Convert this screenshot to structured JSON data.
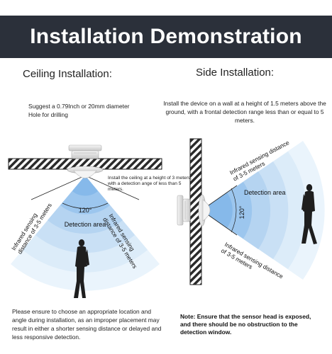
{
  "banner": {
    "title": "Installation Demonstration"
  },
  "ceiling": {
    "heading": "Ceiling Installation:",
    "hole_text": "Suggest a 0.79Inch or 20mm diameter Hole for drilling",
    "install_note": "Install the ceiling at a height of 3 meters, with a detection ange of less than 5 meters.",
    "angle": "120°",
    "area_label": "Detection area",
    "left_range": "Infrared sensing distance of 3-5 meters",
    "right_range": "Infrared sensing distance of 3-5 meters",
    "bottom_text": "Please ensure to choose an appropriate location and angle during installation, as an improper placement may result in either a shorter sensing distance or delayed and less responsive detection."
  },
  "side": {
    "heading": "Side Installation:",
    "intro_text": "Install the device on a wall at a height of 1.5 meters above the ground, with a frontal detection range less than or equal to 5 meters.",
    "area_label": "Detection area",
    "angle": "120°",
    "top_range": "Infrared sensing distance of 3-5 meters",
    "bottom_range": "Infrared sensing distance of 3-5 meters",
    "note": "Note: Ensure that the sensor head is exposed, and there should be no obstruction to the detection window."
  }
}
